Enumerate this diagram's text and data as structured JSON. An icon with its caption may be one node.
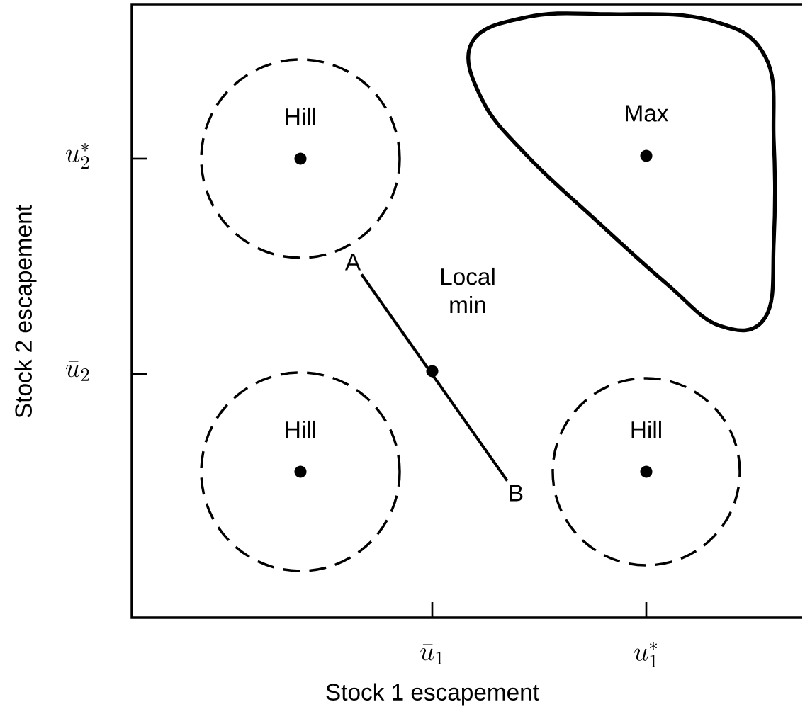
{
  "diagram": {
    "nodes": [
      {
        "text": [
          "Hill"
        ]
      },
      {
        "text": [
          "Max"
        ]
      },
      {
        "text": [
          "Hill"
        ]
      },
      {
        "text": [
          "Hill"
        ]
      },
      {
        "text": [
          "A"
        ]
      },
      {
        "text": [
          "B"
        ]
      }
    ],
    "edges": [
      {
        "from": 4,
        "to": 5,
        "arrow": "none"
      }
    ],
    "labels": [
      "u_2^*",
      "\\bar{u}_2",
      "Local min",
      "\\bar{u}_1",
      "u_1^*",
      "Stock 1 escapement",
      "Stock 2 escapement"
    ]
  }
}
